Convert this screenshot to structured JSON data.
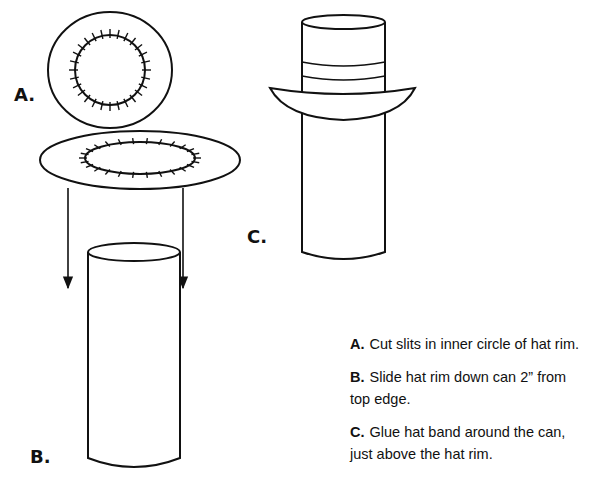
{
  "diagram": {
    "labels": [
      "A.",
      "B.",
      "C.",
      "A.",
      "Cut slits in inner circle of hat rim.",
      "B.",
      "Slide hat rim down can 2” from top edge.",
      "C.",
      "Glue hat band around the can, just above the hat rim."
    ]
  }
}
